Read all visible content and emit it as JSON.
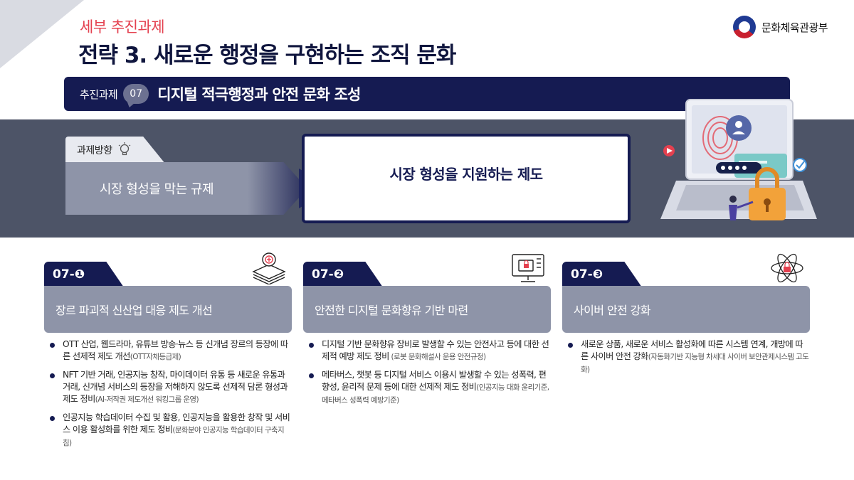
{
  "header": {
    "kicker": "세부 추진과제",
    "title": "전략 3. 새로운 행정을 구현하는 조직 문화",
    "logo_text": "문화체육관광부"
  },
  "task": {
    "prefix": "추진과제",
    "number": "07",
    "title": "디지털 적극행정과 안전 문화 조성"
  },
  "direction": {
    "tab_label": "과제방향",
    "from": "시장 형성을 막는 규제",
    "to": "시장 형성을 지원하는 제도"
  },
  "cards": [
    {
      "tag": "07-❶",
      "heading": "장르 파괴적 신산업 대응 제도 개선",
      "icon": "document-stack-icon",
      "bullets": [
        {
          "text": "OTT 산업, 웹드라마, 유튜브 방송·뉴스 등 신개념 장르의 등장에 따른 선제적 제도 개선",
          "note": "(OTT자체등급제)"
        },
        {
          "text": "NFT 기반 거래, 인공지능 창작, 마이데이터 유통 등 새로운 유통과 거래, 신개념 서비스의 등장을 저해하지 않도록 선제적 담론 형성과 제도 정비",
          "note": "(AI-저작권 제도개선 워킹그룹 운영)"
        },
        {
          "text": "인공지능 학습데이터 수집 및 활용, 인공지능을 활용한 창작 및 서비스 이용 활성화를 위한 제도 정비",
          "note": "(문화분야 인공지능 학습데이터 구축지침)"
        }
      ]
    },
    {
      "tag": "07-❷",
      "heading": "안전한 디지털 문화향유 기반 마련",
      "icon": "secure-monitor-icon",
      "bullets": [
        {
          "text": "디지털 기반 문화향유 장비로 발생할 수 있는 안전사고 등에 대한 선제적 예방 제도 정비",
          "note": " (로봇 문화해설사 운용 안전규정)"
        },
        {
          "text": "메타버스, 챗봇 등 디지털 서비스 이용시 발생할 수 있는 성폭력, 편향성, 윤리적 문제 등에 대한 선제적 제도 정비",
          "note": "(인공지능 대화 윤리기준, 메타버스 성폭력 예방기준)"
        }
      ]
    },
    {
      "tag": "07-❸",
      "heading": "사이버 안전 강화",
      "icon": "atom-lock-icon",
      "bullets": [
        {
          "text": "새로운 상품, 새로운 서비스 활성화에 따른 시스템 연계, 개방에 따른 사이버 안전 강화",
          "note": "(자동화기반 지능형 차세대 사이버 보안관제시스템 고도화)"
        }
      ]
    }
  ],
  "colors": {
    "navy": "#151b52",
    "accent_red": "#e4404f",
    "slate_band": "#4d5467",
    "card_gray": "#8e94a8"
  }
}
